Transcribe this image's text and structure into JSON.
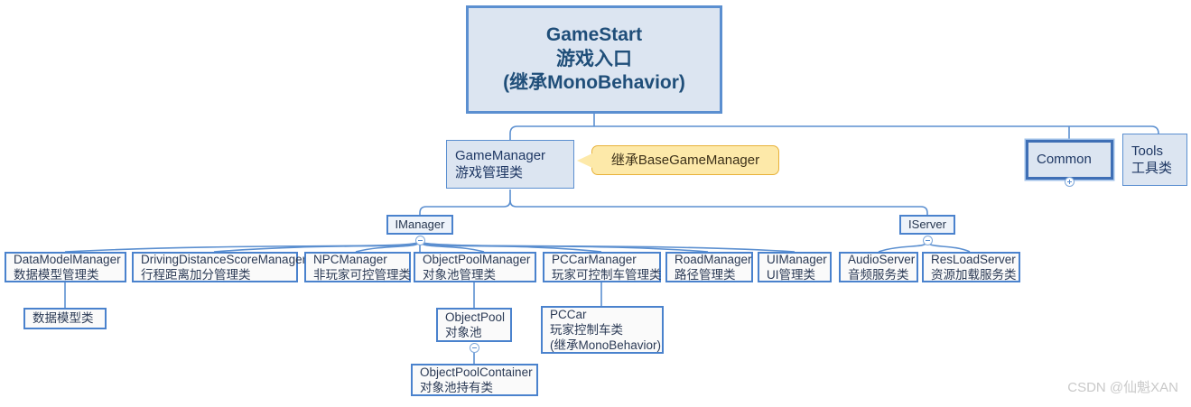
{
  "diagram": {
    "title_node": {
      "name": "GameStart",
      "lines": [
        "GameStart",
        "游戏入口",
        "(继承MonoBehavior)"
      ]
    },
    "colors": {
      "node_fill_blue": "#dce5f1",
      "node_border_blue": "#5b8fd0",
      "node_fill_plain": "#fafafa",
      "note_fill": "#fde9a9",
      "note_border": "#e8b23a",
      "edge": "#5b8fd0",
      "text": "#1f3864",
      "watermark": "#c9c9c9"
    },
    "nodes": {
      "game_manager": {
        "lines": [
          "GameManager",
          "游戏管理类"
        ]
      },
      "note_basegamemanager": {
        "lines": [
          "继承BaseGameManager"
        ]
      },
      "common": {
        "lines": [
          "Common"
        ]
      },
      "tools": {
        "lines": [
          "Tools",
          "工具类"
        ]
      },
      "imanager": {
        "lines": [
          "IManager"
        ]
      },
      "iserver": {
        "lines": [
          "IServer"
        ]
      },
      "data_model_manager": {
        "lines": [
          "DataModelManager",
          "数据模型管理类"
        ]
      },
      "driving_distance_score_manager": {
        "lines": [
          "DrivingDistanceScoreManager",
          "行程距离加分管理类"
        ]
      },
      "npc_manager": {
        "lines": [
          "NPCManager",
          "非玩家可控管理类"
        ]
      },
      "object_pool_manager": {
        "lines": [
          "ObjectPoolManager",
          "对象池管理类"
        ]
      },
      "pccar_manager": {
        "lines": [
          "PCCarManager",
          "玩家可控制车管理类"
        ]
      },
      "road_manager": {
        "lines": [
          "RoadManager",
          "路径管理类"
        ]
      },
      "ui_manager": {
        "lines": [
          "UIManager",
          "UI管理类"
        ]
      },
      "audio_server": {
        "lines": [
          "AudioServer",
          "音频服务类"
        ]
      },
      "res_load_server": {
        "lines": [
          "ResLoadServer",
          "资源加载服务类"
        ]
      },
      "data_model_class": {
        "lines": [
          "数据模型类"
        ]
      },
      "object_pool": {
        "lines": [
          "ObjectPool",
          "对象池"
        ]
      },
      "pccar": {
        "lines": [
          "PCCar",
          "玩家控制车类",
          "(继承MonoBehavior)"
        ]
      },
      "object_pool_container": {
        "lines": [
          "ObjectPoolContainer",
          "对象池持有类"
        ]
      }
    },
    "watermark": "CSDN @仙魁XAN"
  }
}
